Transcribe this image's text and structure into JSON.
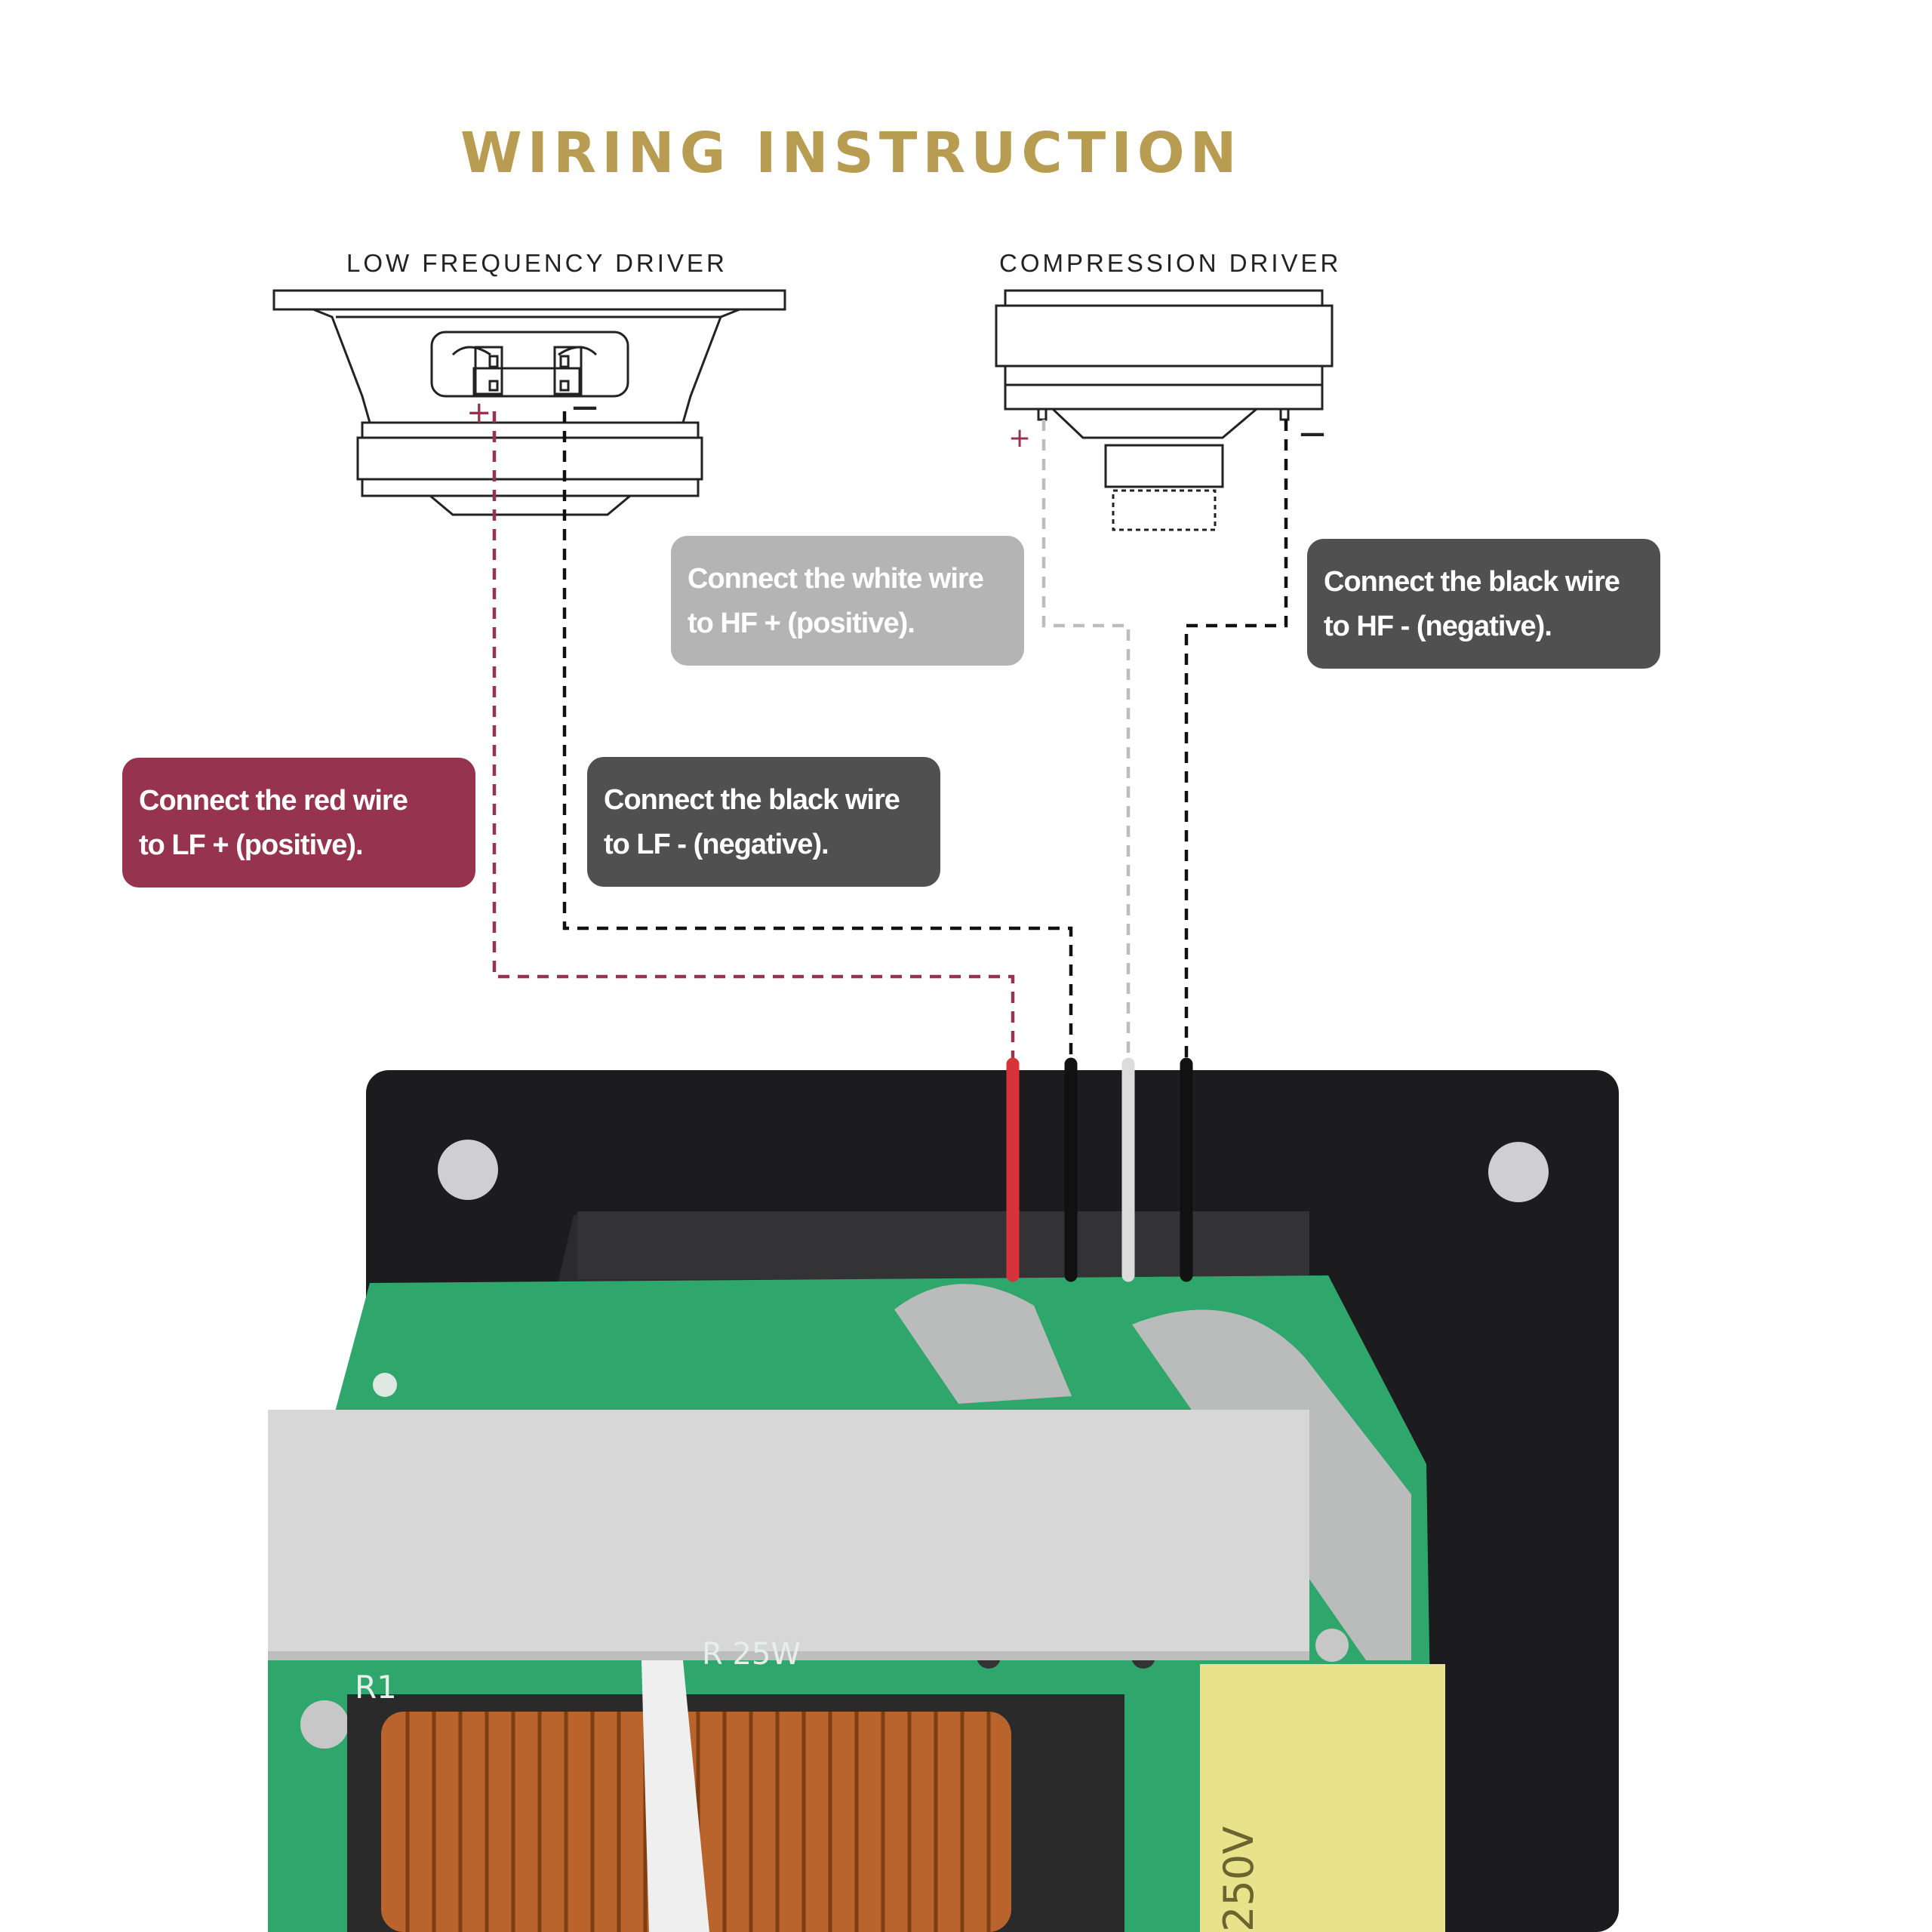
{
  "title": "WIRING INSTRUCTION",
  "drivers": {
    "low_frequency": {
      "label": "LOW FREQUENCY DRIVER",
      "plus": "+",
      "minus": "—"
    },
    "compression": {
      "label": "COMPRESSION DRIVER",
      "plus": "+",
      "minus": "—"
    }
  },
  "callouts": {
    "white_wire": {
      "line1": "Connect the white wire",
      "line2": "to HF + (positive).",
      "color": "#b4b4b4"
    },
    "hf_black_wire": {
      "line1": "Connect the black wire",
      "line2": "to  HF - (negative).",
      "color": "#4f504f"
    },
    "red_wire": {
      "line1": "Connect the red wire",
      "line2": "to  LF + (positive).",
      "color": "#96344f"
    },
    "lf_black_wire": {
      "line1": "Connect the black wire",
      "line2": "to  LF - (negative).",
      "color": "#4f504f"
    }
  },
  "wire_colors": {
    "red": "#96344f",
    "black": "#111111",
    "white": "#bdbdbd"
  },
  "board": {
    "capacitor_marking": "250V",
    "resistor_marking": "R 25W",
    "resistor_ref": "R1"
  }
}
